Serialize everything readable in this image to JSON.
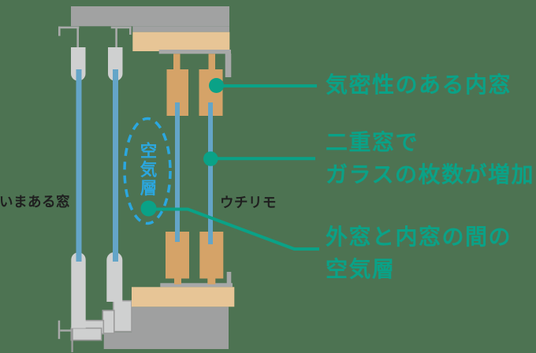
{
  "colors": {
    "background": "#4d7352",
    "callout_teal": "#0aa287",
    "air_layer_blue": "#2ba7df",
    "glass_blue": "#64a5c8",
    "frame_gray": "#a1a2a2",
    "sill_light_gray": "#cfd0d0",
    "wood_light_tan": "#e7c596",
    "sash_dark_tan": "#d5a368",
    "dark_text": "#1f1f1f"
  },
  "diagram": {
    "existing_window_label": "いまある窓",
    "product_label": "ウチリモ",
    "air_layer_badge": "空気層"
  },
  "annotations": {
    "airtight_inner_window": "気密性のある内窓",
    "double_window_line1": "二重窓で",
    "double_window_line2": "ガラスの枚数が増加",
    "air_gap_line1": "外窓と内窓の間の",
    "air_gap_line2": "空気層"
  }
}
